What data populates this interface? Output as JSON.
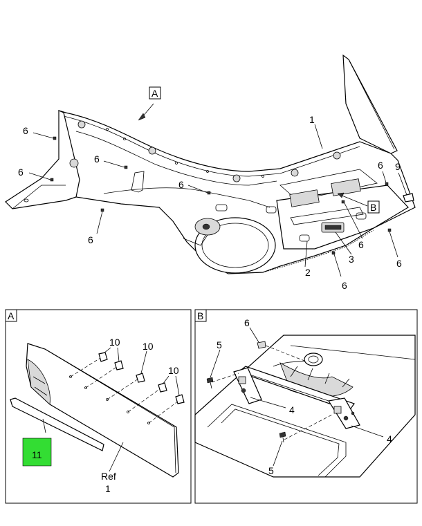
{
  "main_view": {
    "view_A_tag": "A",
    "view_B_tag": "B",
    "callouts": [
      {
        "id": "c-1",
        "text": "1"
      },
      {
        "id": "c-2",
        "text": "2"
      },
      {
        "id": "c-3",
        "text": "3"
      },
      {
        "id": "c-6a",
        "text": "6"
      },
      {
        "id": "c-6b",
        "text": "6"
      },
      {
        "id": "c-6c",
        "text": "6"
      },
      {
        "id": "c-6d",
        "text": "6"
      },
      {
        "id": "c-6e",
        "text": "6"
      },
      {
        "id": "c-6f",
        "text": "6"
      },
      {
        "id": "c-6g",
        "text": "6"
      },
      {
        "id": "c-6h",
        "text": "6"
      },
      {
        "id": "c-6i",
        "text": "6"
      },
      {
        "id": "c-9",
        "text": "9"
      }
    ]
  },
  "detail_A": {
    "tag": "A",
    "callouts": [
      {
        "id": "a-10a",
        "text": "10"
      },
      {
        "id": "a-10b",
        "text": "10"
      },
      {
        "id": "a-10c",
        "text": "10"
      },
      {
        "id": "a-11",
        "text": "11"
      },
      {
        "id": "a-ref",
        "text": "Ref"
      },
      {
        "id": "a-ref1",
        "text": "1"
      }
    ],
    "highlight_color": "#33dd33"
  },
  "detail_B": {
    "tag": "B",
    "callouts": [
      {
        "id": "b-6",
        "text": "6"
      },
      {
        "id": "b-5a",
        "text": "5"
      },
      {
        "id": "b-5b",
        "text": "5"
      },
      {
        "id": "b-4a",
        "text": "4"
      },
      {
        "id": "b-4b",
        "text": "4"
      }
    ]
  }
}
